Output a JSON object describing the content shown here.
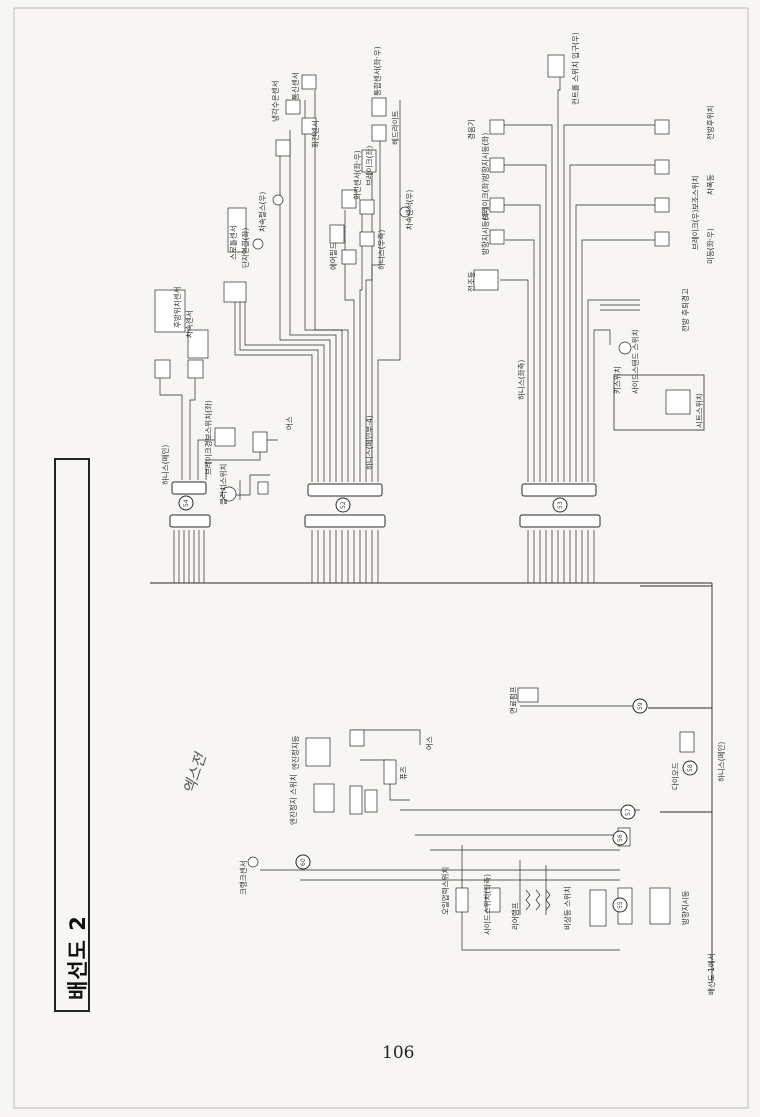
{
  "title": "배선도 2",
  "page_number": "106",
  "handwritten_note": "엑스전",
  "connectors": [
    "54",
    "52",
    "53",
    "59",
    "58",
    "57",
    "56",
    "55",
    "60"
  ],
  "blocks": {
    "left_panel": {
      "labels": [
        "하니스(메인)",
        "클러치스위치",
        "브레이크경보스위치(좌)",
        "어스",
        "후방위치센서",
        "차속센서",
        "냉각수온센서",
        "통신센서"
      ]
    },
    "center_panel": {
      "labels": [
        "하니스(메인부-4)",
        "스로틀센서",
        "차속펄스(우)",
        "단자연결(좌)",
        "회전센서(좌·우)",
        "에어필드",
        "차속센서(우)",
        "통합센서(좌·우)",
        "회전센서",
        "헤드라이트",
        "하니스(우측)",
        "브레이크(좌)"
      ]
    },
    "right_panel": {
      "labels": [
        "하니스(좌측)",
        "전조등",
        "경음기",
        "방향지시등(좌)",
        "방향지시등(우)",
        "브레이크(좌)",
        "브레이크(우)",
        "전방후위치",
        "보조스위치",
        "시트스위치",
        "차폭등",
        "키스위치",
        "사이드스탠드 스위치",
        "컨트롤 스위치 입구(우)",
        "미등(좌·우)",
        "전방 후퇴경고"
      ]
    },
    "lower_panel": {
      "labels": [
        "연료펌프",
        "다이오드",
        "하니스(메인)",
        "엔진정지등",
        "어스",
        "엔진정지 스위치",
        "퓨즈",
        "오일압력스위치",
        "사이드스위치(좌측)",
        "리어램프",
        "비상등 스위치",
        "방향지시등",
        "배선도 1에서",
        "크랭크센서"
      ]
    }
  },
  "colors": {
    "ink": "#2b2b2b",
    "paper": "#f7f6f2",
    "frame": "#222222",
    "handwriting": "#555555"
  }
}
